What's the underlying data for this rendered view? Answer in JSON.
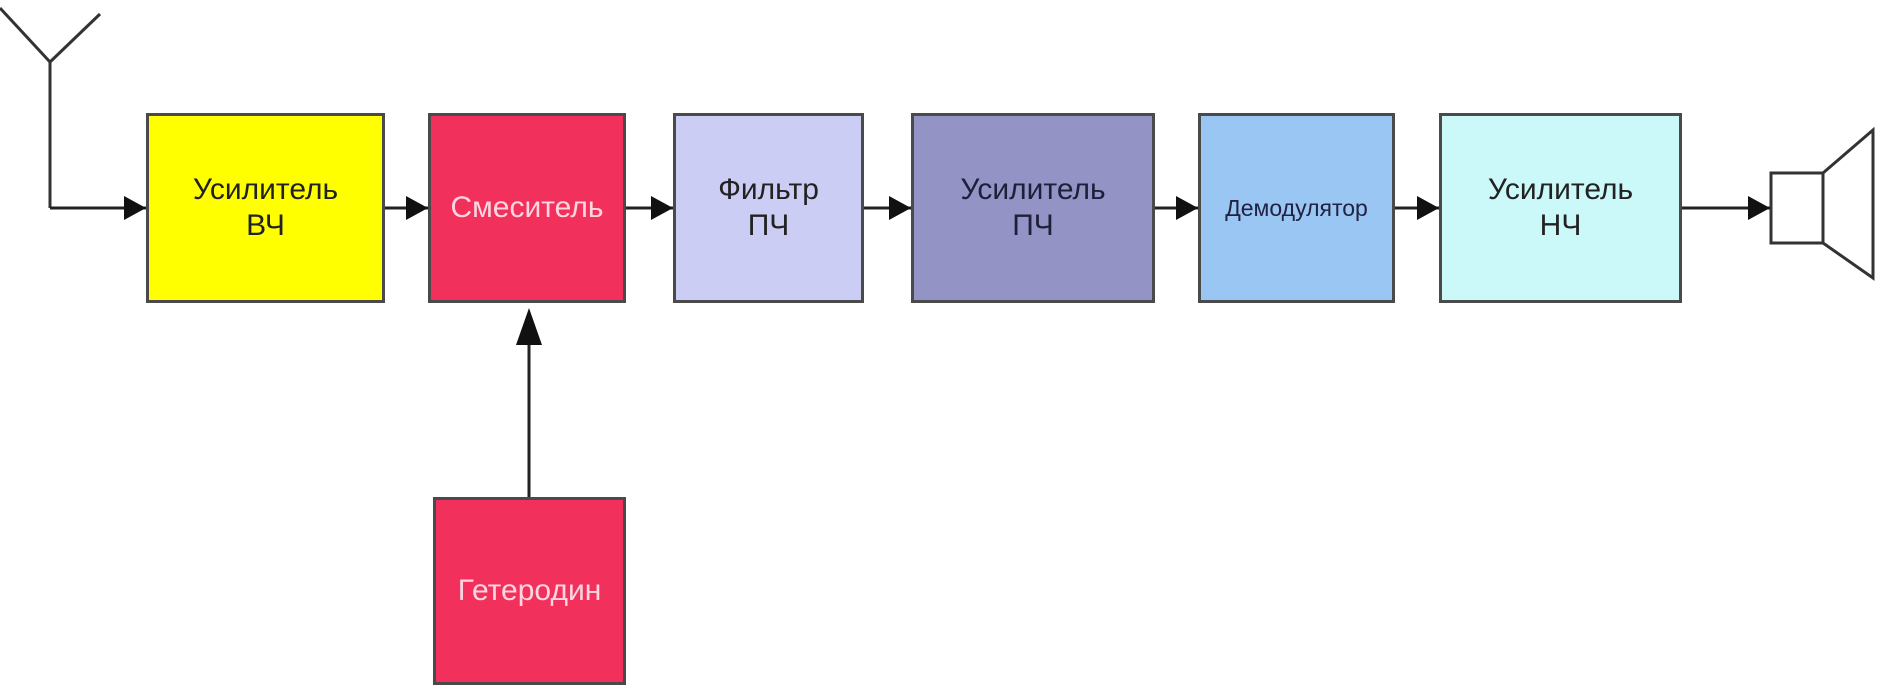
{
  "diagram": {
    "blocks": [
      {
        "id": "rf-amplifier",
        "label": "Усилитель\nВЧ",
        "fill": "#ffff00",
        "text_color": "#222222"
      },
      {
        "id": "mixer",
        "label": "Смеситель",
        "fill": "#f2305c",
        "text_color": "#ffd6e0"
      },
      {
        "id": "if-filter",
        "label": "Фильтр\nПЧ",
        "fill": "#cccdf4",
        "text_color": "#222222"
      },
      {
        "id": "if-amplifier",
        "label": "Усилитель\nПЧ",
        "fill": "#9393c6",
        "text_color": "#1f1f3a"
      },
      {
        "id": "demodulator",
        "label": "Демодулятор",
        "fill": "#99c6f2",
        "text_color": "#222244"
      },
      {
        "id": "af-amplifier",
        "label": "Усилитель\nНЧ",
        "fill": "#cbf8f8",
        "text_color": "#222222"
      },
      {
        "id": "local-oscillator",
        "label": "Гетеродин",
        "fill": "#f2305c",
        "text_color": "#ffd6e0"
      }
    ],
    "connections": [
      {
        "from": "antenna",
        "to": "rf-amplifier"
      },
      {
        "from": "rf-amplifier",
        "to": "mixer"
      },
      {
        "from": "local-oscillator",
        "to": "mixer"
      },
      {
        "from": "mixer",
        "to": "if-filter"
      },
      {
        "from": "if-filter",
        "to": "if-amplifier"
      },
      {
        "from": "if-amplifier",
        "to": "demodulator"
      },
      {
        "from": "demodulator",
        "to": "af-amplifier"
      },
      {
        "from": "af-amplifier",
        "to": "speaker"
      }
    ],
    "line_color": "#222222"
  }
}
